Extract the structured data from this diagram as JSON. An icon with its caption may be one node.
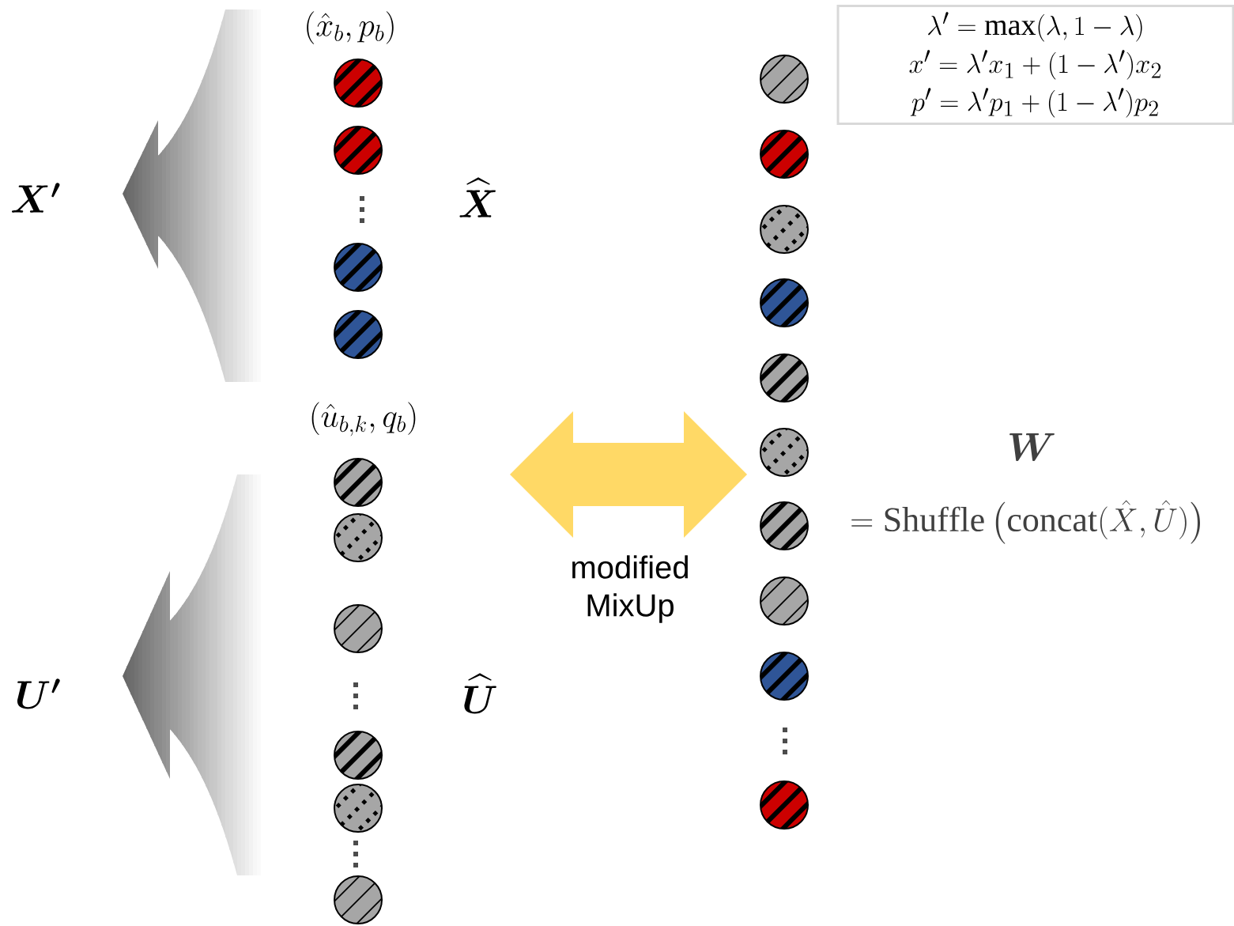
{
  "diagram": {
    "nodes": [
      {
        "text": [
          "\\lambda' = \\max(\\lambda, 1-\\lambda)",
          "x' = \\lambda' x_1 + (1-\\lambda') x_2",
          "p' = \\lambda' p_1 + (1-\\lambda') p_2"
        ]
      },
      {
        "text": [],
        "shape": "circle"
      },
      {
        "text": [],
        "shape": "circle"
      },
      {
        "text": [],
        "shape": "circle"
      },
      {
        "text": [],
        "shape": "circle"
      },
      {
        "text": [],
        "shape": "circle"
      },
      {
        "text": [],
        "shape": "circle"
      },
      {
        "text": [],
        "shape": "circle"
      },
      {
        "text": [],
        "shape": "circle"
      },
      {
        "text": [],
        "shape": "circle"
      },
      {
        "text": [],
        "shape": "circle"
      },
      {
        "text": [],
        "shape": "circle"
      },
      {
        "text": [],
        "shape": "circle"
      },
      {
        "text": [],
        "shape": "circle"
      },
      {
        "text": [],
        "shape": "circle"
      },
      {
        "text": [],
        "shape": "circle"
      },
      {
        "text": [],
        "shape": "circle"
      },
      {
        "text": [],
        "shape": "circle"
      },
      {
        "text": [],
        "shape": "circle"
      },
      {
        "text": [],
        "shape": "circle"
      },
      {
        "text": [],
        "shape": "circle"
      }
    ],
    "labels": [
      "(\\hat{x}_b, p_b)",
      "\\boldsymbol{X'}",
      "\\widehat{\\boldsymbol{X}}",
      "\\boldsymbol{W}",
      "= \\mathrm{Shuffle}\\left(\\mathrm{concat}(\\hat{X}, \\hat{U})\\right)",
      "(\\hat{u}_{b,k}, q_b)",
      "modified MixUp",
      "\\boldsymbol{U'}",
      "\\widehat{\\boldsymbol{U}}"
    ]
  }
}
